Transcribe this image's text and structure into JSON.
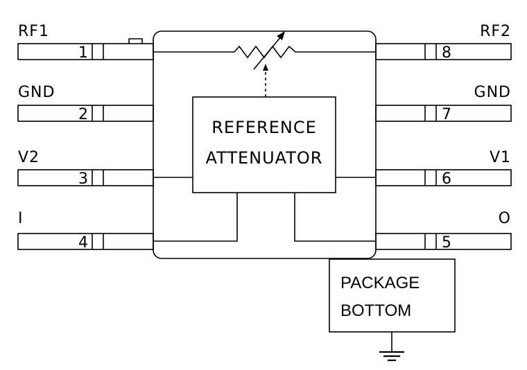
{
  "pins": {
    "rf1": {
      "label": "RF1",
      "number": "1"
    },
    "gnd_left": {
      "label": "GND",
      "number": "2"
    },
    "v2": {
      "label": "V2",
      "number": "3"
    },
    "i": {
      "label": "I",
      "number": "4"
    },
    "rf2": {
      "label": "RF2",
      "number": "8"
    },
    "gnd_right": {
      "label": "GND",
      "number": "7"
    },
    "v1": {
      "label": "V1",
      "number": "6"
    },
    "o": {
      "label": "O",
      "number": "5"
    }
  },
  "reference_attenuator": {
    "line1": "REFERENCE",
    "line2": "ATTENUATOR"
  },
  "package_bottom": {
    "line1": "PACKAGE",
    "line2": "BOTTOM"
  },
  "icons": [
    "variable-resistor-icon",
    "ground-icon"
  ]
}
